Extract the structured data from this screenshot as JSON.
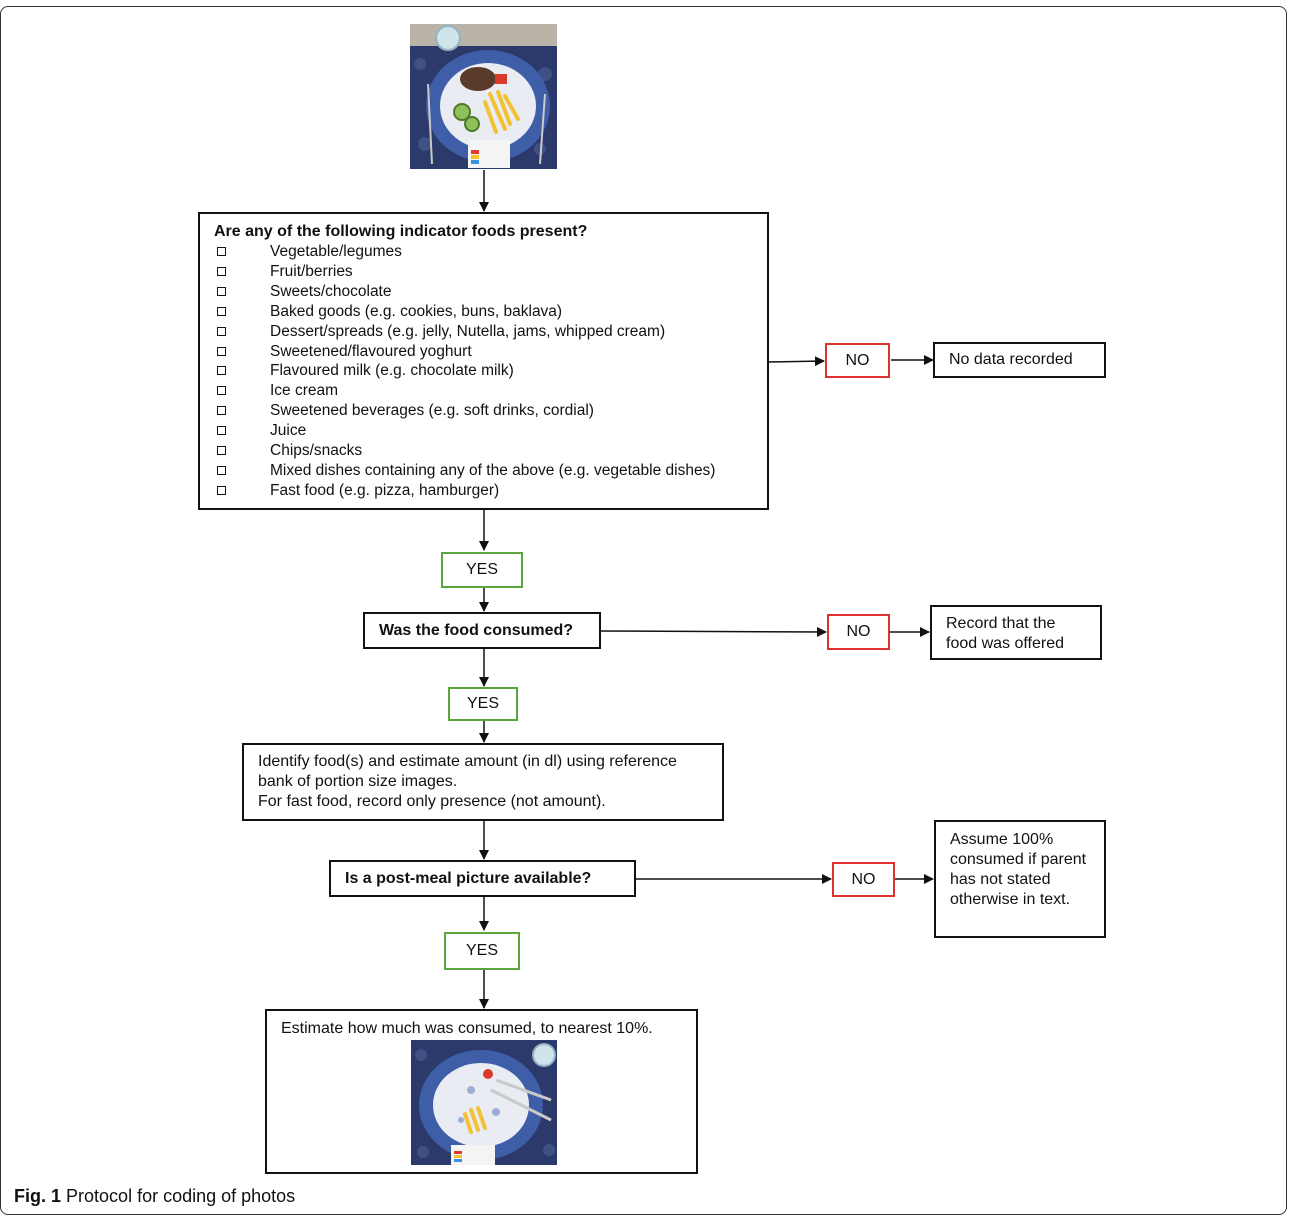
{
  "indicator_question": {
    "title": "Are any of the following indicator foods present?",
    "items": [
      "Vegetable/legumes",
      "Fruit/berries",
      "Sweets/chocolate",
      "Baked goods (e.g. cookies, buns, baklava)",
      "Dessert/spreads (e.g. jelly, Nutella, jams, whipped cream)",
      "Sweetened/flavoured yoghurt",
      "Flavoured milk (e.g. chocolate milk)",
      "Ice cream",
      "Sweetened beverages (e.g. soft drinks, cordial)",
      "Juice",
      "Chips/snacks",
      "Mixed dishes containing any of the above (e.g. vegetable dishes)",
      "Fast food (e.g. pizza, hamburger)"
    ],
    "no_label": "NO",
    "no_outcome": "No data recorded",
    "yes_label": "YES"
  },
  "consumed_question": {
    "title": "Was the food consumed?",
    "no_label": "NO",
    "no_outcome": "Record that the food was offered",
    "yes_label": "YES"
  },
  "identify_step": {
    "line1": "Identify food(s) and estimate amount (in dl) using reference",
    "line2": "bank of portion size images.",
    "line3": "For fast food, record only presence (not amount)."
  },
  "postmeal_question": {
    "title": "Is a post-meal picture available?",
    "no_label": "NO",
    "no_outcome": "Assume 100% consumed if parent has not stated otherwise in text.",
    "yes_label": "YES"
  },
  "estimate_step": {
    "text": "Estimate how much was consumed, to nearest 10%."
  },
  "caption": {
    "label": "Fig. 1",
    "text": "Protocol for coding of photos"
  },
  "colors": {
    "yes_border": "#5aa53c",
    "no_border": "#e03030",
    "tablecloth": "#2b3a6b",
    "plate_rim": "#3f5ea8"
  }
}
